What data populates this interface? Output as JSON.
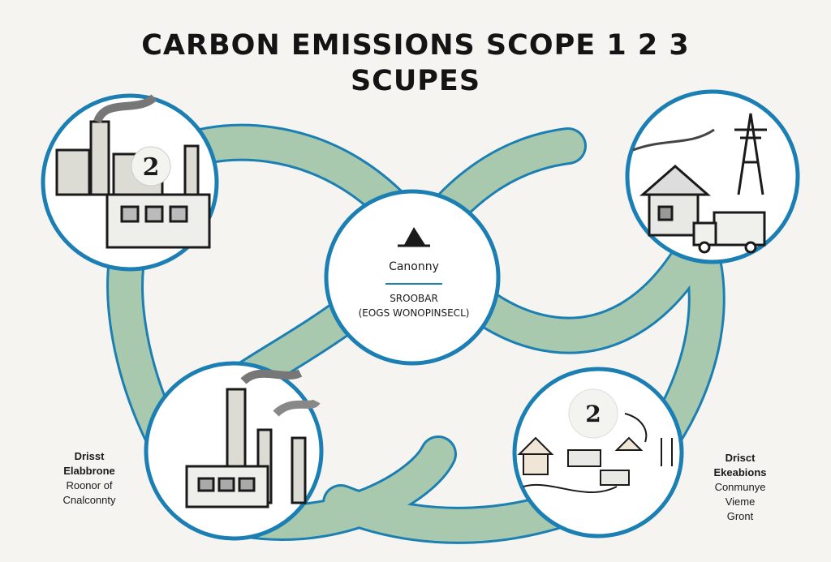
{
  "title": {
    "line1": "CARBON EMISSIONS SCOPE 1 2 3",
    "line2": "SCUPES"
  },
  "center": {
    "heading": "Canonny",
    "subtitle": "SROOBAR",
    "detail": "(EOGS WONOPINSECL)"
  },
  "circles": {
    "top_left_number": "2",
    "bottom_right_number": "2"
  },
  "left_caption": {
    "line1": "Drisst",
    "line2": "Elabbrone",
    "line3": "Roonor of",
    "line4": "Cnalconnty"
  },
  "right_caption": {
    "line1": "Drisct",
    "line2": "Ekeabions",
    "line3": "Conmunye",
    "line4": "Vieme",
    "line5": "Gront"
  },
  "colors": {
    "ring_blue": "#1b7fb3",
    "loop_green": "#a8c9ad",
    "ink": "#1a1a1a"
  }
}
